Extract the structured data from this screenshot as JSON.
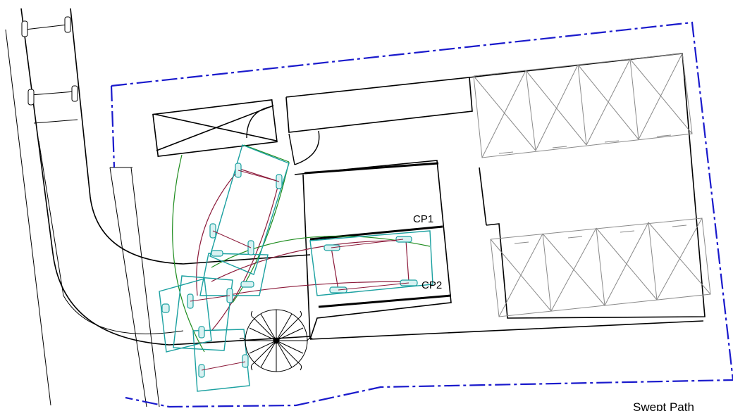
{
  "labels": {
    "bay_1": "CP1",
    "bay_2": "CP2",
    "caption": "Swept Path"
  },
  "colors": {
    "site_boundary": "#1a1acc",
    "linework": "#000000",
    "sweep_green": "#1e8c1e",
    "sweep_red": "#8c1a3a",
    "vehicle_teal": "#1aa0a0",
    "bay_grey": "#8a8a8a"
  },
  "icons": {
    "tree": "tree-symbol-icon",
    "wheel": "wheel-icon"
  }
}
